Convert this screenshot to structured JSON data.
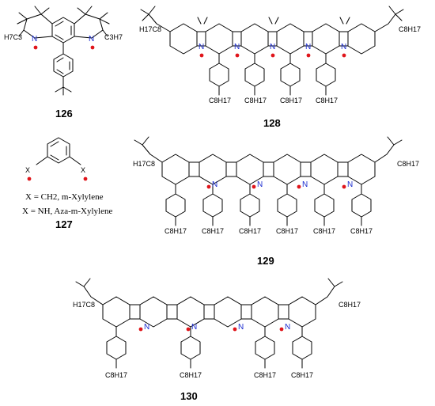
{
  "figure": {
    "compounds": {
      "c126": {
        "id": "126",
        "alkyl": [
          "H7C3",
          "C3H7"
        ]
      },
      "c127": {
        "id": "127",
        "caption_lines": [
          "X = CH2, m-Xylylene",
          "X = NH, Aza-m-Xylylene"
        ],
        "x_label": "X"
      },
      "c128": {
        "id": "128",
        "alkyl": "C8H17",
        "alkyl_left": "H17C8"
      },
      "c129": {
        "id": "129",
        "alkyl": "C8H17",
        "alkyl_left": "H17C8"
      },
      "c130": {
        "id": "130",
        "alkyl": "C8H17",
        "alkyl_left": "H17C8"
      }
    },
    "atom_label": "N",
    "colors": {
      "bond": "#000000",
      "nitrogen": "#1a2bd0",
      "radical": "#e0151b"
    }
  }
}
